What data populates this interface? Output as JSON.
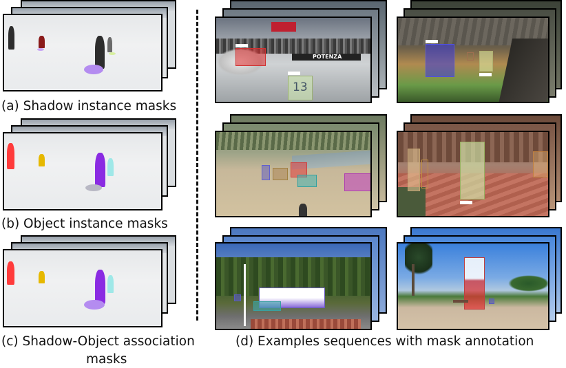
{
  "captions": {
    "a": "(a) Shadow instance masks",
    "b": "(b) Object instance masks",
    "c": "(c) Shadow-Object association",
    "c2": "masks",
    "d": "(d) Examples sequences with mask annotation"
  },
  "scene_text": {
    "potenza": "POTENZA",
    "num": "13"
  },
  "colors": {
    "shadow_purple": "#b48cf0",
    "object_purple": "#8a2be2",
    "object_red": "#ff3b3b",
    "object_yellow": "#e6b800",
    "object_cyan": "#9fe8e8",
    "car_red": "#e03030",
    "sign_green": "#cfe8b0",
    "sonic_blue": "#3a3adc",
    "elephant_magenta": "#c040c0"
  }
}
